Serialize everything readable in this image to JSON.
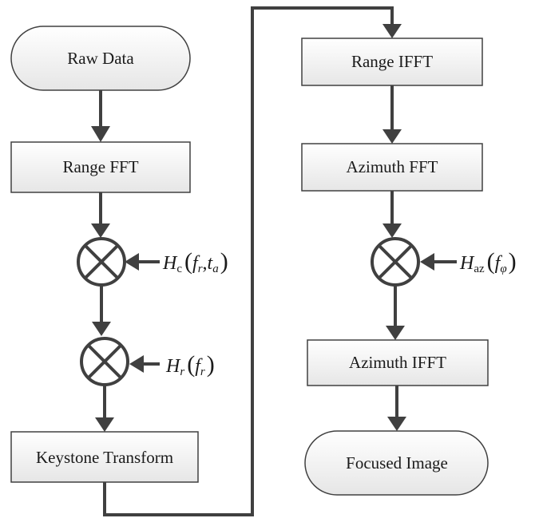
{
  "nodes": {
    "raw_data": "Raw Data",
    "range_fft": "Range FFT",
    "keystone": "Keystone Transform",
    "range_ifft": "Range IFFT",
    "azimuth_fft": "Azimuth FFT",
    "azimuth_ifft": "Azimuth IFFT",
    "focused_image": "Focused Image"
  },
  "filters": {
    "hc": {
      "symbol": "H",
      "subscript": "c",
      "arg1": "f",
      "arg1_sub": "r",
      "arg2": "t",
      "arg2_sub": "a"
    },
    "hr": {
      "symbol": "H",
      "subscript": "r",
      "arg1": "f",
      "arg1_sub": "r"
    },
    "haz": {
      "symbol": "H",
      "subscript": "az",
      "arg1": "f",
      "arg1_sub": "φ"
    }
  },
  "colors": {
    "stroke": "#404040",
    "box_top": "#ffffff",
    "box_bottom": "#e8e8e8",
    "text": "#1a1a1a"
  }
}
